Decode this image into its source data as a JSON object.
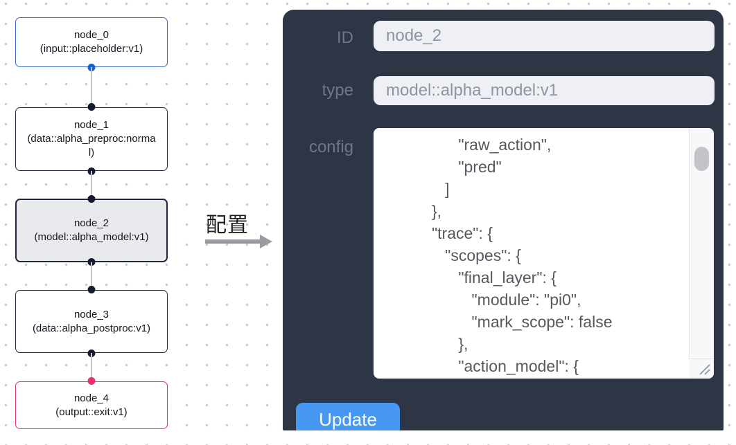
{
  "canvas": {
    "nodes": [
      {
        "label": "node_0",
        "type_label": "(input::placeholder:v1)"
      },
      {
        "label": "node_1",
        "type_label": "(data::alpha_preproc:normal)"
      },
      {
        "label": "node_2",
        "type_label": "(model::alpha_model:v1)"
      },
      {
        "label": "node_3",
        "type_label": "(data::alpha_postproc:v1)"
      },
      {
        "label": "node_4",
        "type_label": "(output::exit:v1)"
      }
    ]
  },
  "annotation": {
    "label": "配置"
  },
  "panel": {
    "fields": {
      "id": {
        "label": "ID",
        "value": "node_2"
      },
      "type": {
        "label": "type",
        "value": "model::alpha_model:v1"
      },
      "config": {
        "label": "config",
        "value": "      \"raw_action\",\n      \"pred\"\n   ]\n},\n\"trace\": {\n   \"scopes\": {\n      \"final_layer\": {\n         \"module\": \"pi0\",\n         \"mark_scope\": false\n      },\n      \"action_model\": {"
      }
    },
    "update_button": "Update"
  },
  "colors": {
    "panel_bg": "#2e3646",
    "input_bg": "#eef0f5",
    "button_blue": "#4698f2",
    "node_input_border": "#3c6cc8",
    "node_default_border": "#232840",
    "node_selected_bg": "#e9eaee",
    "node_output_border": "#ee2d72",
    "handle_blue": "#1560d4",
    "handle_dark": "#141a30",
    "handle_pink": "#ee2d72",
    "edge_gray": "#c6c6c6"
  }
}
